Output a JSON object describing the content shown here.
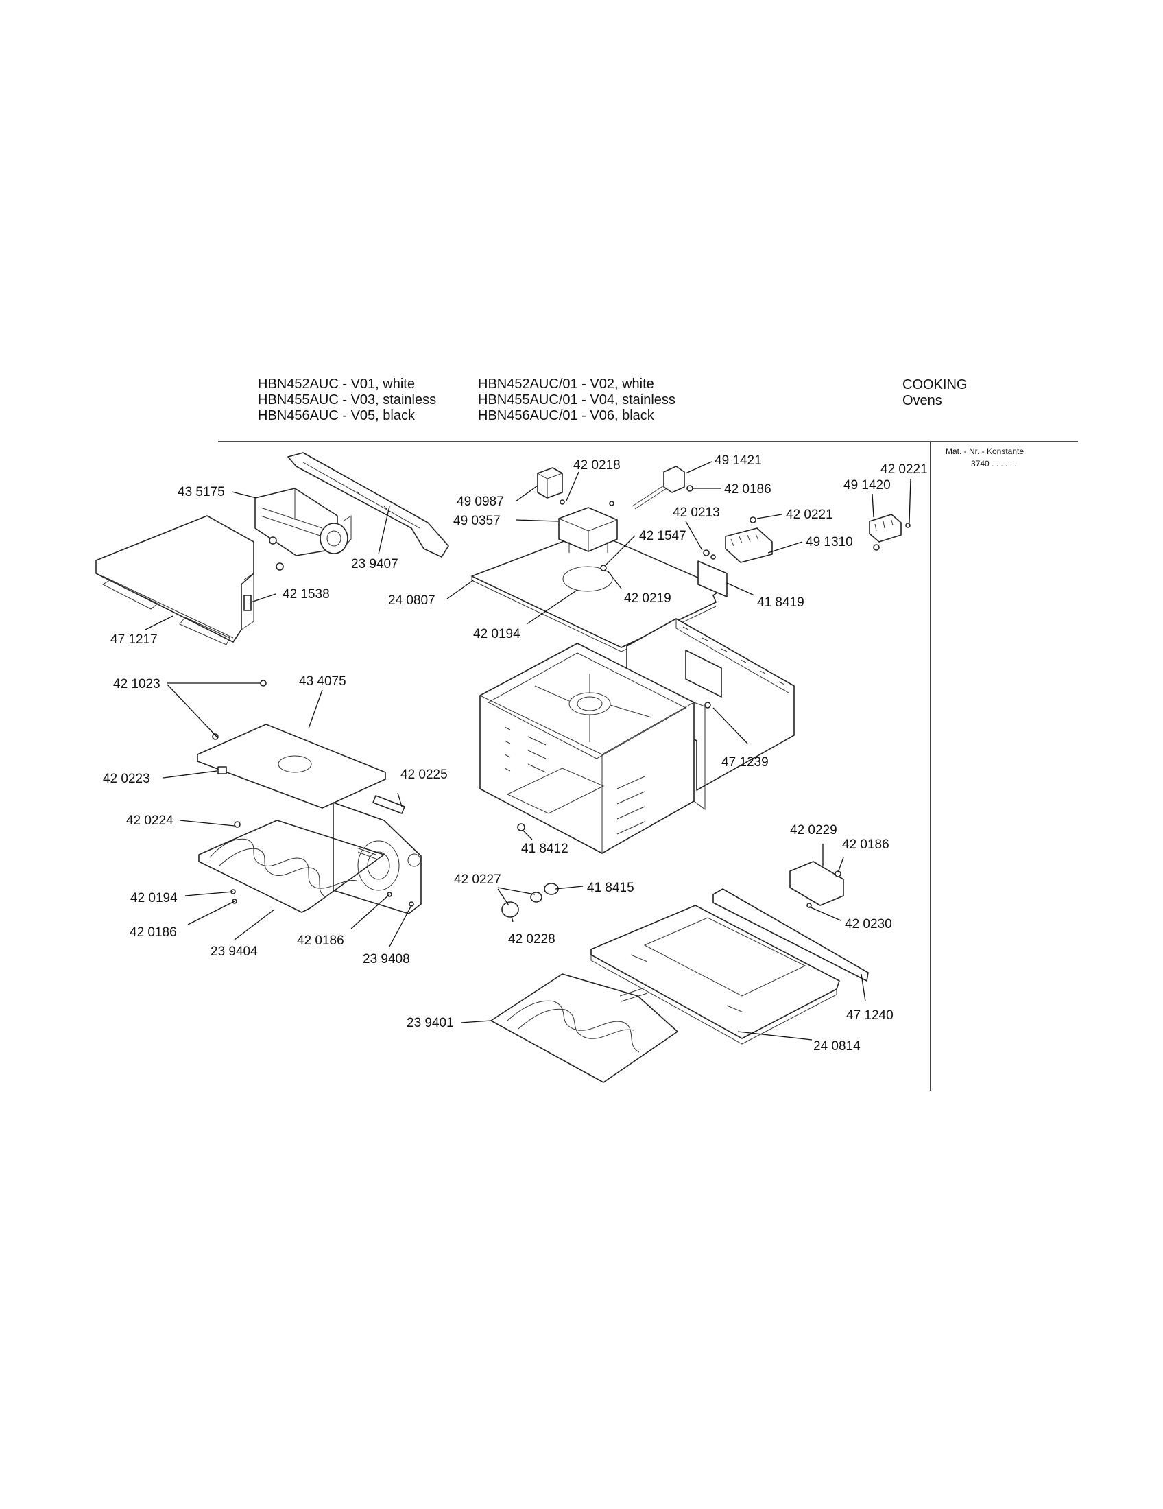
{
  "header": {
    "models_left": [
      "HBN452AUC - V01, white",
      "HBN455AUC - V03, stainless",
      "HBN456AUC - V05, black"
    ],
    "models_right": [
      "HBN452AUC/01 - V02, white",
      "HBN455AUC/01 - V04, stainless",
      "HBN456AUC/01 - V06, black"
    ],
    "category": "COOKING",
    "subcategory": "Ovens"
  },
  "side_note": {
    "title": "Mat. - Nr. - Konstante",
    "value": "3740 . .  . . . ."
  },
  "parts": {
    "p435175": "43 5175",
    "p239407": "23 9407",
    "p421538": "42 1538",
    "p471217": "47 1217",
    "p490987": "49 0987",
    "p420218": "42 0218",
    "p490357": "49 0357",
    "p491421": "49 1421",
    "p420186_a": "42 0186",
    "p420213": "42 0213",
    "p420221_a": "42 0221",
    "p421547": "42 1547",
    "p491310": "49 1310",
    "p420221_b": "42 0221",
    "p491420": "49 1420",
    "p240807": "24 0807",
    "p420219": "42 0219",
    "p418419": "41 8419",
    "p420194_a": "42 0194",
    "p421023": "42 1023",
    "p434075": "43 4075",
    "p420223": "42 0223",
    "p420225": "42 0225",
    "p471239": "47 1239",
    "p420224": "42 0224",
    "p418412": "41 8412",
    "p420227": "42 0227",
    "p418415": "41 8415",
    "p420194_b": "42 0194",
    "p420186_b": "42 0186",
    "p239404": "23 9404",
    "p420186_c": "42 0186",
    "p239408": "23 9408",
    "p420228": "42 0228",
    "p420229": "42 0229",
    "p420186_d": "42 0186",
    "p420230": "42 0230",
    "p471240": "47 1240",
    "p239401": "23 9401",
    "p240814": "24 0814"
  }
}
